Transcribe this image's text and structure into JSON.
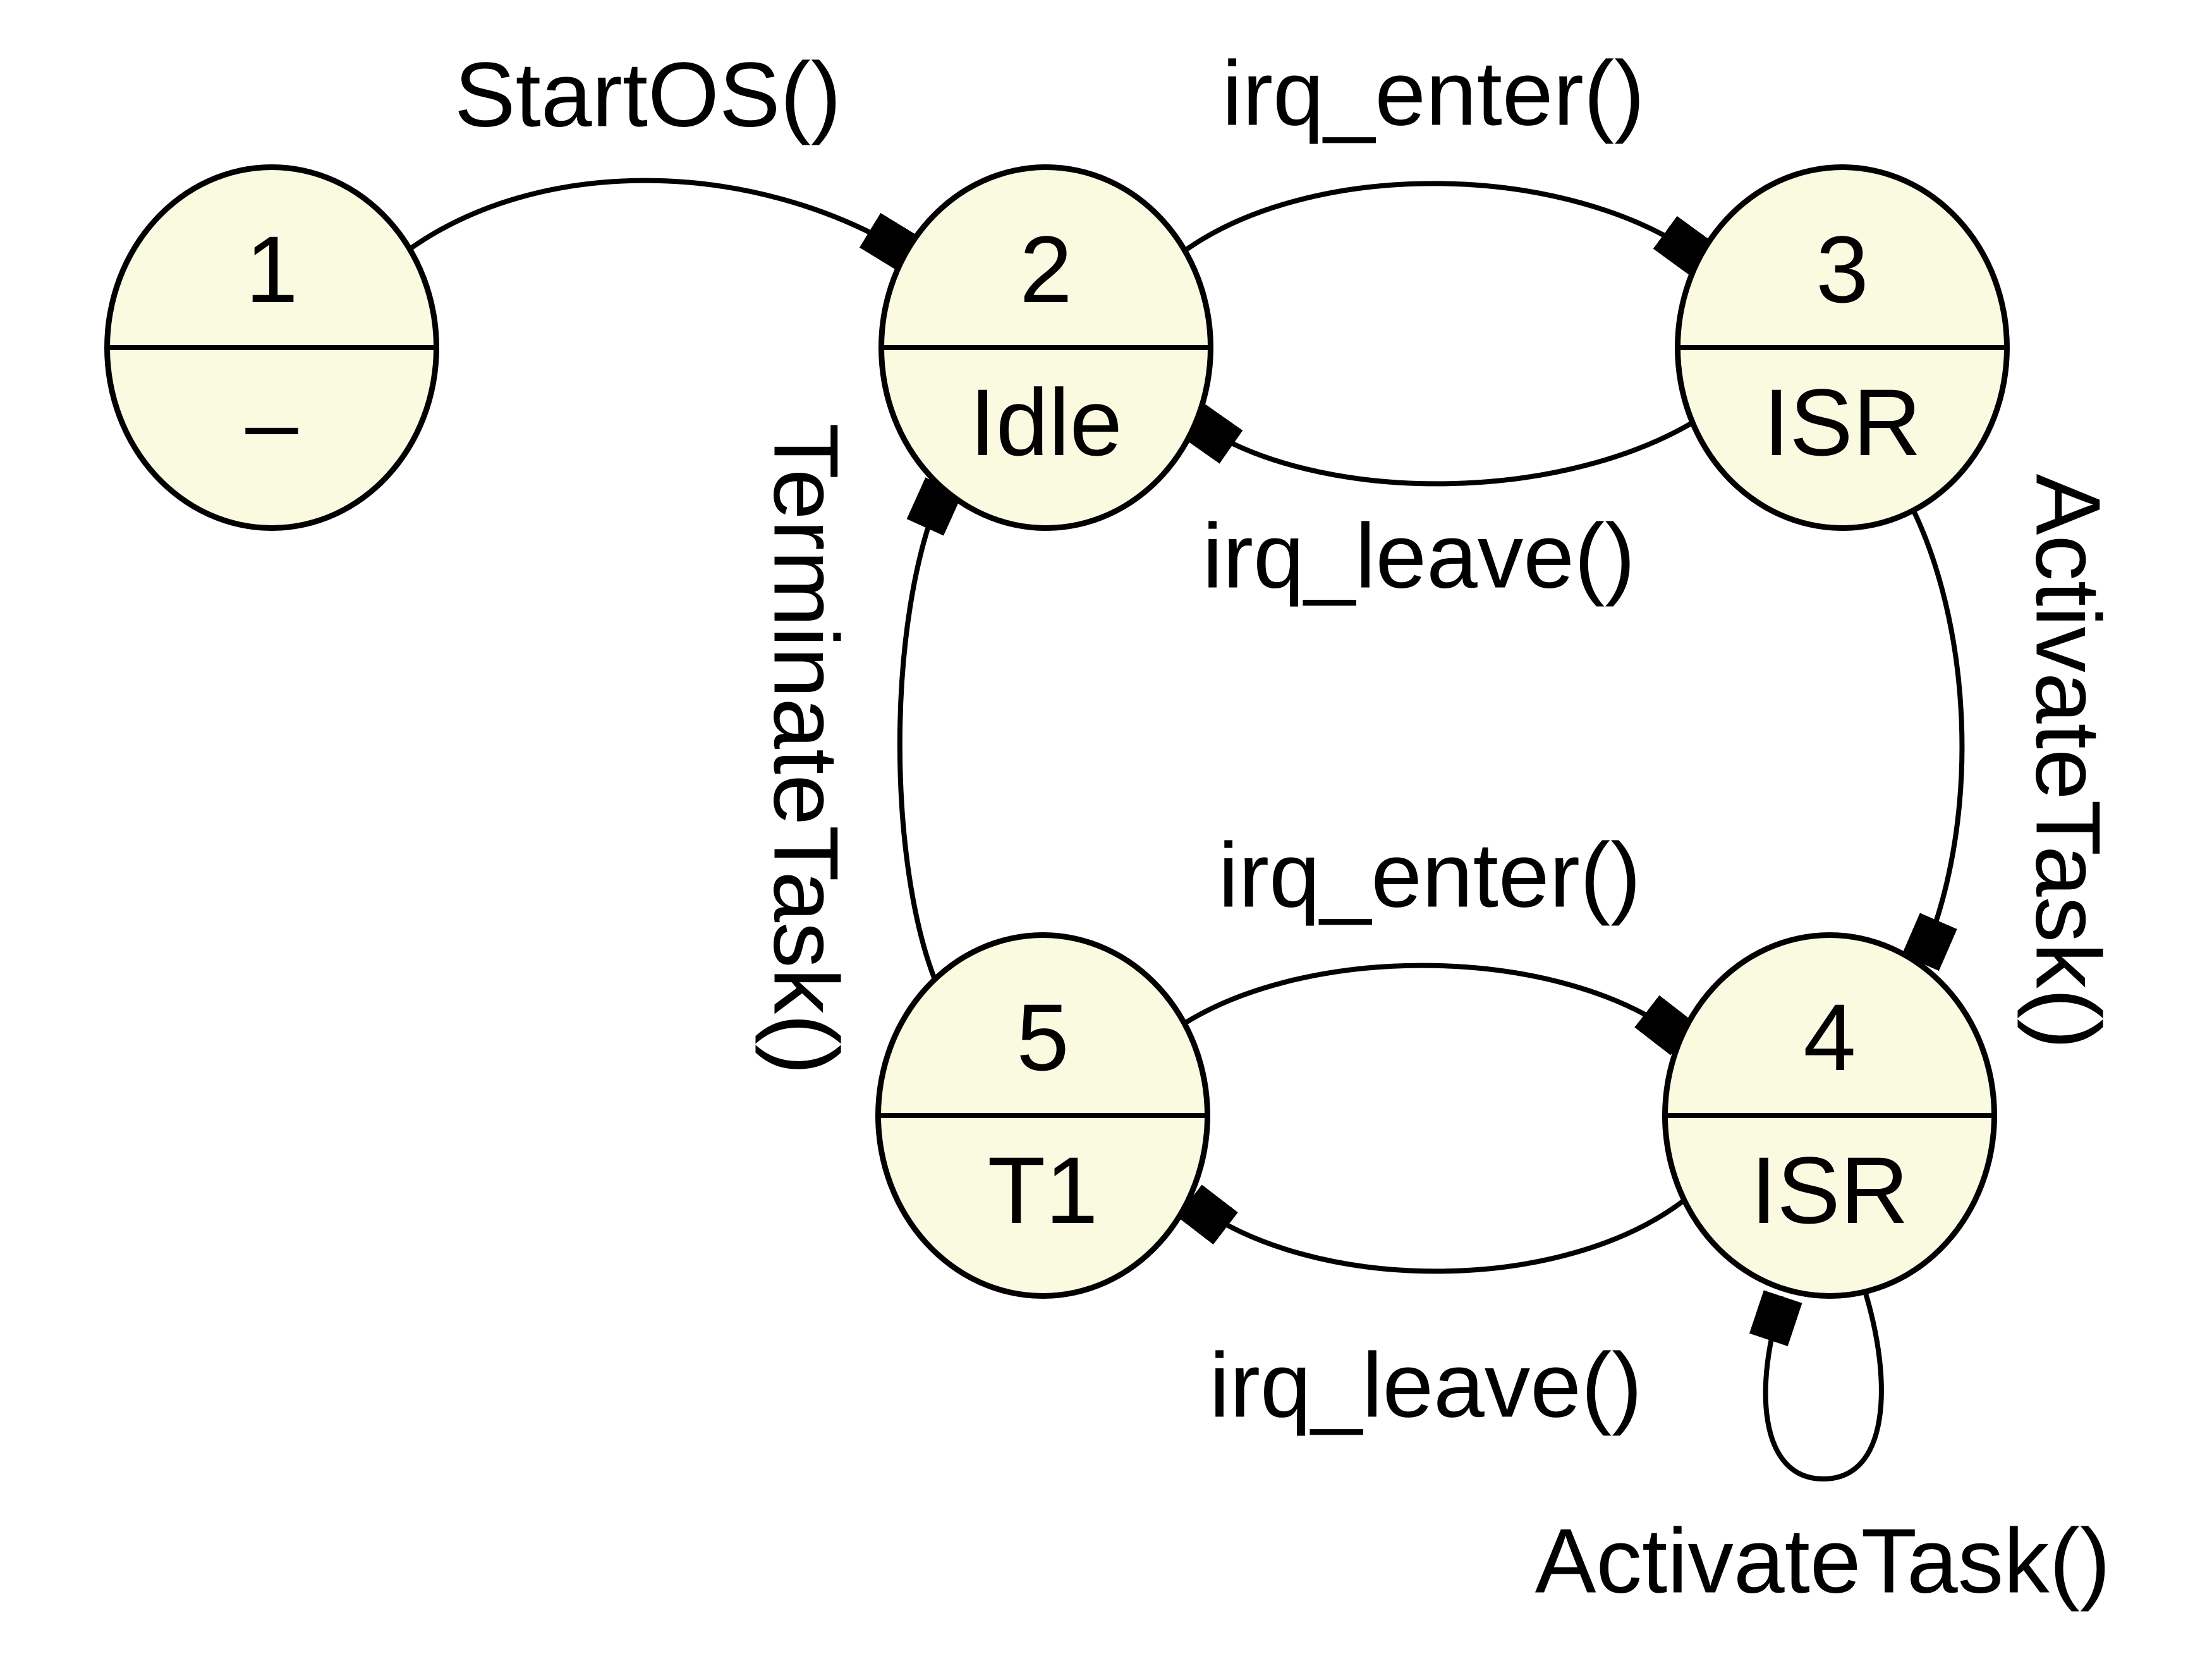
{
  "diagram": {
    "type": "state-machine",
    "colors": {
      "background": "#ffffff",
      "state_fill": "#fafae1",
      "stroke": "#000000"
    },
    "states": [
      {
        "id": "1",
        "label": "–"
      },
      {
        "id": "2",
        "label": "Idle"
      },
      {
        "id": "3",
        "label": "ISR"
      },
      {
        "id": "4",
        "label": "ISR"
      },
      {
        "id": "5",
        "label": "T1"
      }
    ],
    "transitions": [
      {
        "from": "1",
        "to": "2",
        "label": "StartOS()"
      },
      {
        "from": "2",
        "to": "3",
        "label": "irq_enter()"
      },
      {
        "from": "3",
        "to": "2",
        "label": "irq_leave()"
      },
      {
        "from": "3",
        "to": "4",
        "label": "ActivateTask()"
      },
      {
        "from": "5",
        "to": "2",
        "label": "TerminateTask()"
      },
      {
        "from": "5",
        "to": "4",
        "label": "irq_enter()"
      },
      {
        "from": "4",
        "to": "5",
        "label": "irq_leave()"
      },
      {
        "from": "4",
        "to": "4",
        "label": "ActivateTask()"
      }
    ]
  }
}
